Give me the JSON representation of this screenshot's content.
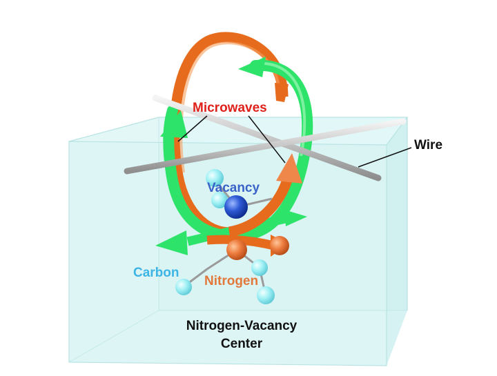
{
  "labels": {
    "microwaves": "Microwaves",
    "wire": "Wire",
    "vacancy": "Vacancy",
    "carbon": "Carbon",
    "nitrogen": "Nitrogen",
    "center_line1": "Nitrogen-Vacancy",
    "center_line2": "Center"
  },
  "colors": {
    "microwaves_text": "#e0201a",
    "vacancy_text": "#3a63c9",
    "carbon_text": "#3cb4e6",
    "nitrogen_text": "#e2783a",
    "wire_text": "#111111",
    "green_field": "#35e36a",
    "orange_field": "#e8701e",
    "crystal_fill": "#d6f3f3",
    "crystal_edge": "#a8dcdc",
    "wire_color": "#c9c9c9"
  }
}
